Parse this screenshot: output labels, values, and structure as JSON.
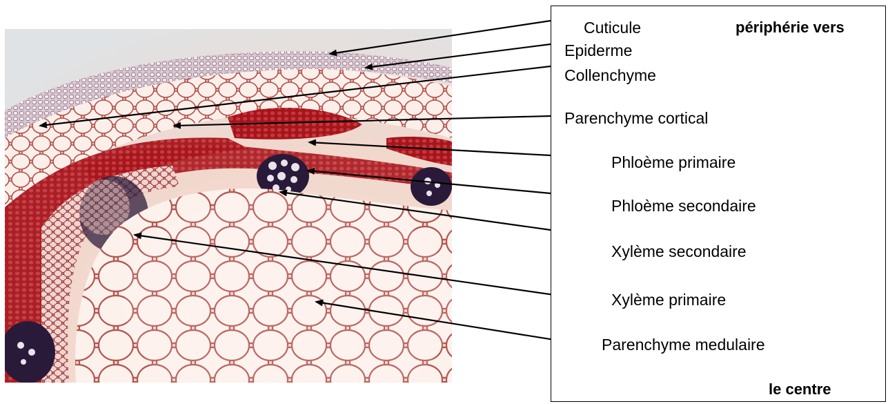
{
  "labels": [
    {
      "id": "cuticule",
      "text": "Cuticule"
    },
    {
      "id": "epiderme",
      "text": "Epiderme"
    },
    {
      "id": "collenchyme",
      "text": "Collenchyme"
    },
    {
      "id": "parenchyme_cortical",
      "text": "Parenchyme cortical"
    },
    {
      "id": "phloeme_primaire",
      "text": "Phloème primaire"
    },
    {
      "id": "phloeme_secondaire",
      "text": "Phloème secondaire"
    },
    {
      "id": "xyleme_secondaire",
      "text": "Xylème secondaire"
    },
    {
      "id": "xyleme_primaire",
      "text": "Xylème primaire"
    },
    {
      "id": "parenchyme_medulaire",
      "text": "Parenchyme medulaire"
    }
  ],
  "direction": {
    "top": "périphérie vers",
    "bottom": "le centre"
  },
  "colors": {
    "tissue_red": "#a8141c",
    "cell_pale": "#fbe9e4",
    "cell_wall": "#b2544f",
    "phloem_dark": "#2a1a3a",
    "arrow": "#000000"
  }
}
